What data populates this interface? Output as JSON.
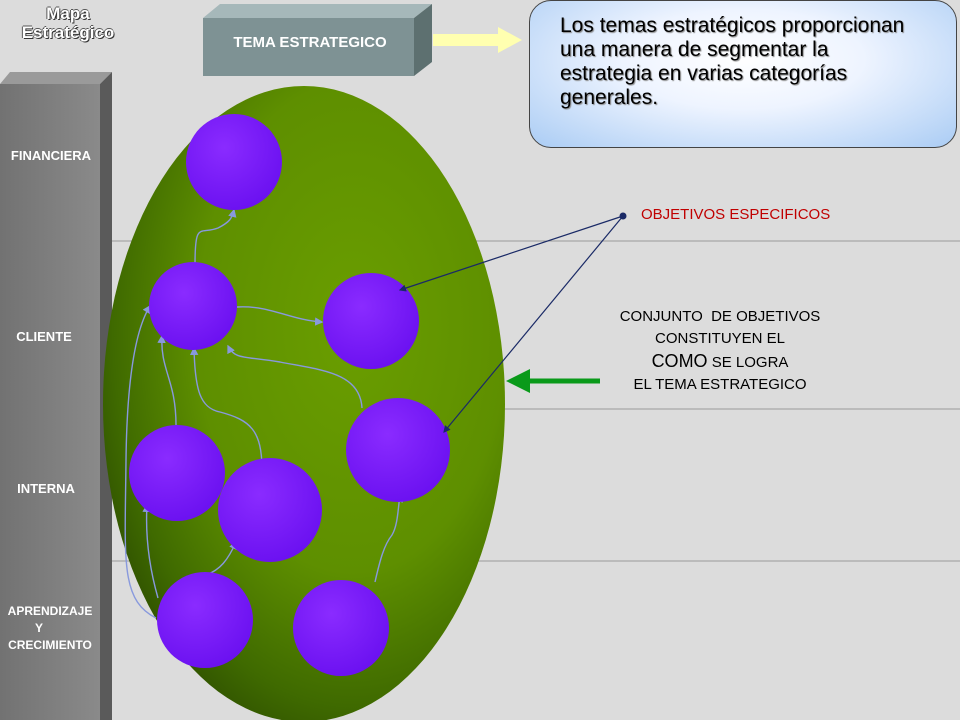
{
  "title": {
    "line1": "Mapa",
    "line2": "Estratégico"
  },
  "perspectives": {
    "financiera": "FINANCIERA",
    "cliente": "CLIENTE",
    "interna": "INTERNA",
    "aprendizaje_1": "APRENDIZAJE",
    "aprendizaje_2": "Y",
    "aprendizaje_3": "CRECIMIENTO"
  },
  "tema_box": {
    "label": "TEMA ESTRATEGICO"
  },
  "callout": {
    "line1": "Los temas estratégicos proporcionan",
    "line2": "una manera de segmentar la",
    "line3": "estrategia en varias categorías",
    "line4": "generales."
  },
  "objetivos_label": "OBJETIVOS ESPECIFICOS",
  "conjunto": {
    "line1": "CONJUNTO  DE OBJETIVOS",
    "line2": "CONSTITUYEN EL",
    "line3_big": "COMO",
    "line3_small": " SE LOGRA",
    "line4": "EL TEMA ESTRATEGICO"
  },
  "colors": {
    "background": "#dcdcdc",
    "ellipse": "#6a9a00",
    "objective": "#7a1aff",
    "arrow_green": "#0a9a1a",
    "label_red": "#c00000"
  }
}
